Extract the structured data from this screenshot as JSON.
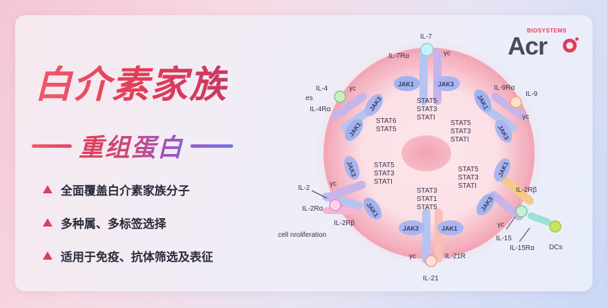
{
  "title": {
    "main": "白介素家族",
    "sub": "重组蛋白"
  },
  "bullets": [
    "全面覆盖白介素家族分子",
    "多种属、多标签选择",
    "适用于免疫、抗体筛选及表征"
  ],
  "logo": {
    "small": "BIOSYSTEMS",
    "big": "Acr"
  },
  "diagram": {
    "il7": "IL-7",
    "il7ra": "IL-7Rα",
    "yc_top": "γc",
    "jak1_top": "JAK1",
    "jak3_top": "JAK3",
    "stat_top": [
      "STAT5",
      "STAT3",
      "STATI"
    ],
    "il4": "IL-4",
    "es": "es",
    "il4ra": "IL-4Rα",
    "yc_il4": "γc",
    "jak3_il4": "JAK3",
    "jak1_il4": "JAK1",
    "stat_il4": [
      "STAT6",
      "STAT5"
    ],
    "il9ra": "IL-9Rα",
    "il9": "IL-9",
    "yc_il9": "γc",
    "jak1_il9": "JAK1",
    "jak3_il9": "JAK3",
    "stat_il9": [
      "STAT5",
      "STAT3",
      "STATI"
    ],
    "il2": "IL-2",
    "il2ra": "IL-2Rα",
    "il2rb": "IL-2Rβ",
    "yc_il2": "γc",
    "jak3_il2": "JAK3",
    "jak1_il2": "JAK1",
    "stat_il2": [
      "STAT5",
      "STAT3",
      "STATI"
    ],
    "cell_prolif": "cell nroliferation",
    "stat_il15": [
      "STAT5",
      "STAT3",
      "STATI"
    ],
    "jak1_il15": "JAK1",
    "jak3_il15": "JAK3",
    "il2rb_r": "IL-2Rβ",
    "yc_il15": "γc",
    "il15": "IL-15",
    "il15ra": "IL-15Rα",
    "dcs": "DCs",
    "stat_il21": [
      "STAT3",
      "STAT1",
      "STAT5"
    ],
    "jak3_il21": "JAK3",
    "jak1_il21": "JAK1",
    "yc_il21": "γc",
    "il21r": "IL-21R",
    "il21": "IL-21"
  }
}
